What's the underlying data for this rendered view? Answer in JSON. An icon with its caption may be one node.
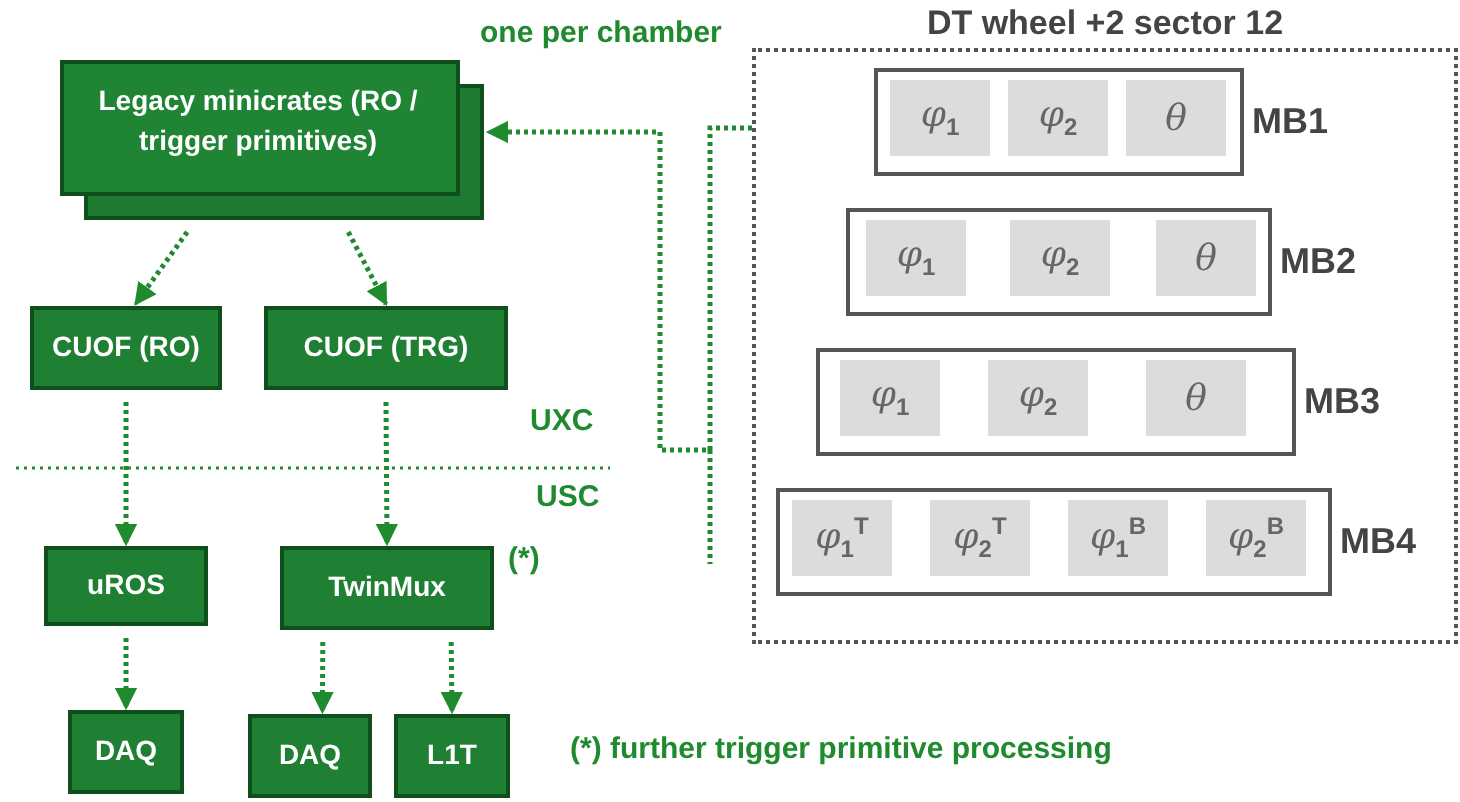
{
  "diagram": {
    "nodes": [
      {
        "text": [
          "Legacy minicrates (RO / trigger primitives)"
        ],
        "beside": [
          "one per chamber"
        ]
      },
      {
        "text": [
          "CUOF (RO)"
        ]
      },
      {
        "text": [
          "CUOF (TRG)"
        ]
      },
      {
        "text": [
          "uROS"
        ]
      },
      {
        "text": [
          "TwinMux"
        ],
        "beside": [
          "(*)"
        ]
      },
      {
        "text": [
          "DAQ"
        ]
      },
      {
        "text": [
          "DAQ"
        ]
      },
      {
        "text": [
          "L1T"
        ]
      },
      {
        "text": [
          "DT wheel +2 sector 12"
        ]
      },
      {
        "text": [
          "MB1"
        ],
        "in": 8
      },
      {
        "text": [
          "φ$_{1}$"
        ],
        "in": 9
      },
      {
        "text": [
          "φ$_{2}$"
        ],
        "in": 9
      },
      {
        "text": [
          "θ"
        ],
        "in": 9
      },
      {
        "text": [
          "MB2"
        ],
        "in": 8
      },
      {
        "text": [
          "φ$_{1}$"
        ],
        "in": 13
      },
      {
        "text": [
          "φ$_{2}$"
        ],
        "in": 13
      },
      {
        "text": [
          "θ"
        ],
        "in": 13
      },
      {
        "text": [
          "MB3"
        ],
        "in": 8
      },
      {
        "text": [
          "φ$_{1}$"
        ],
        "in": 17
      },
      {
        "text": [
          "φ$_{2}$"
        ],
        "in": 17
      },
      {
        "text": [
          "θ"
        ],
        "in": 17
      },
      {
        "text": [
          "MB4"
        ],
        "in": 8
      },
      {
        "text": [
          "φ$_{1}$$^{T}$"
        ],
        "in": 21
      },
      {
        "text": [
          "φ$_{2}$$^{T}$"
        ],
        "in": 21
      },
      {
        "text": [
          "φ$_{1}$$^{B}$"
        ],
        "in": 21
      },
      {
        "text": [
          "φ$_{2}$$^{B}$"
        ],
        "in": 21
      }
    ],
    "edges": [
      {
        "from": 0,
        "to": 1,
        "arrow": "to"
      },
      {
        "from": 0,
        "to": 2,
        "arrow": "to"
      },
      {
        "from": 1,
        "to": 3,
        "arrow": "to"
      },
      {
        "from": 2,
        "to": 4,
        "arrow": "to"
      },
      {
        "from": 3,
        "to": 5,
        "arrow": "to"
      },
      {
        "from": 4,
        "to": 6,
        "arrow": "to"
      },
      {
        "from": 4,
        "to": 7,
        "arrow": "to"
      },
      {
        "from": 8,
        "to": 0,
        "arrow": "to"
      }
    ],
    "labels": [
      "UXC",
      "USC",
      "(*) further trigger primitive processing"
    ]
  }
}
